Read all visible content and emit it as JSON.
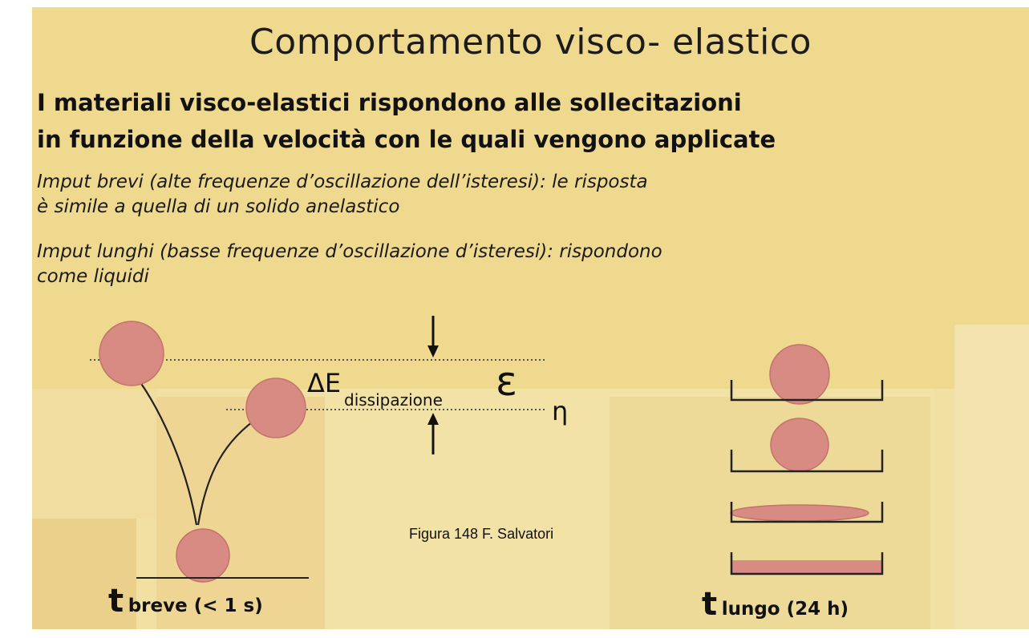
{
  "title": "Comportamento visco- elastico",
  "subtitle": {
    "line1": "I materiali visco-elastici rispondono alle sollecitazioni",
    "line2": "in funzione della velocità con le quali vengono applicate"
  },
  "paragraphs": [
    {
      "line1": "Imput brevi (alte frequenze d’oscillazione dell’isteresi): le risposta",
      "line2": "è simile a quella di un solido anelastico"
    },
    {
      "line1": "Imput lunghi (basse frequenze d’oscillazione d’isteresi): rispondono",
      "line2": "come liquidi"
    }
  ],
  "diagram": {
    "delta_e": "ΔE",
    "delta_e_sub": "dissipazione",
    "epsilon": "ε",
    "epsilon_sub": "η",
    "short_time": {
      "t": "t",
      "label": "breve (< 1 s)"
    },
    "long_time": {
      "t": "t",
      "label": "lungo (24 h)"
    },
    "caption": "Figura 148  F. Salvatori"
  },
  "colors": {
    "background": "#f2dfa2",
    "ball_fill": "#d88b82",
    "ball_stroke": "#c2736a",
    "text": "#111111"
  }
}
